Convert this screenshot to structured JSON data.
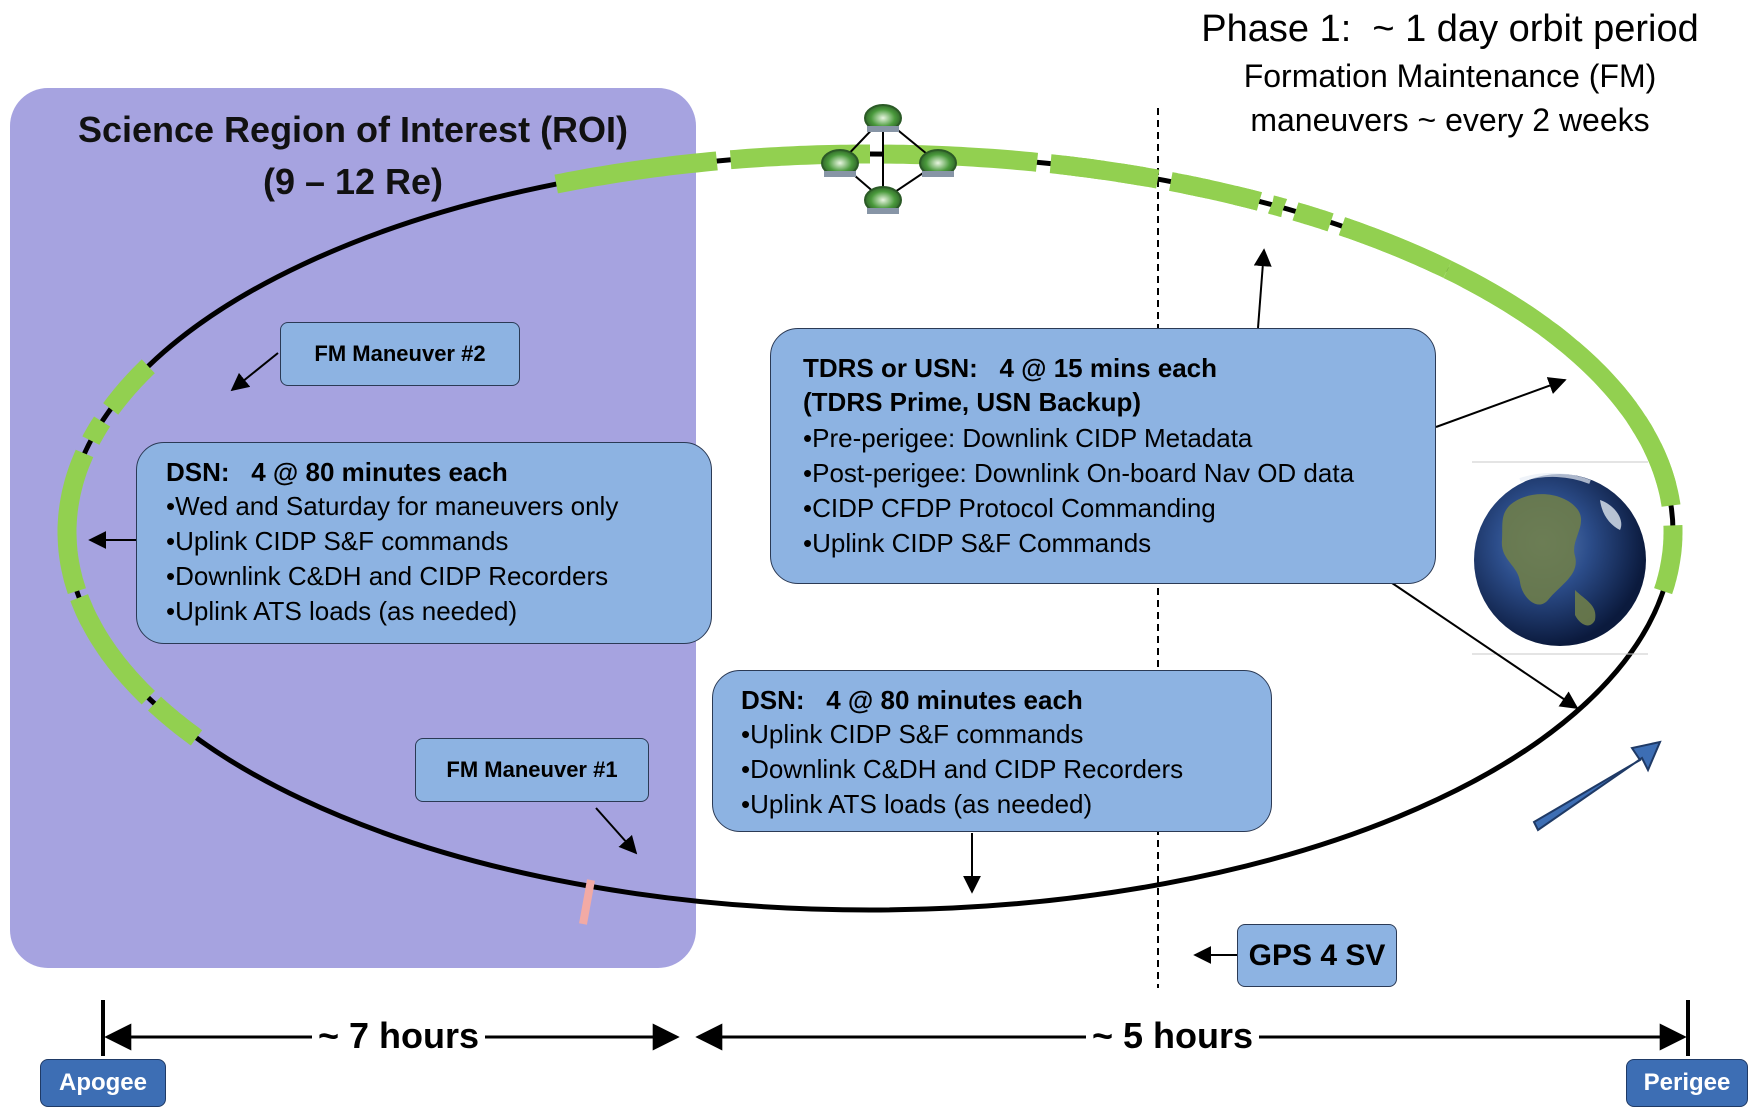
{
  "phase": {
    "title": "Phase 1:  ~ 1 day orbit period",
    "line2": "Formation Maintenance (FM)",
    "line3": "maneuvers ~ every 2 weeks"
  },
  "roi": {
    "title_line1": "Science Region of Interest (ROI)",
    "title_line2": "(9 – 12 Re)"
  },
  "fm2": "FM Maneuver #2",
  "fm1": "FM Maneuver #1",
  "dsn_left": {
    "title": "DSN:   4 @ 80 minutes each",
    "items": [
      "Wed and Saturday for maneuvers only",
      "Uplink CIDP S&F commands",
      "Downlink C&DH and CIDP Recorders",
      "Uplink ATS loads (as needed)"
    ]
  },
  "tdrs": {
    "title1": "TDRS or USN:   4 @ 15 mins each",
    "title2": "(TDRS Prime, USN Backup)",
    "items": [
      "Pre-perigee: Downlink CIDP Metadata",
      "Post-perigee: Downlink On-board Nav OD data",
      "CIDP CFDP Protocol Commanding",
      "Uplink CIDP S&F Commands"
    ]
  },
  "dsn_mid": {
    "title": "DSN:   4 @ 80 minutes each",
    "items": [
      "Uplink CIDP S&F commands",
      "Downlink C&DH and CIDP Recorders",
      "Uplink ATS loads (as needed)"
    ]
  },
  "gps": "GPS 4 SV",
  "timeline": {
    "left_hours": "~ 7 hours",
    "right_hours": "~ 5 hours",
    "apogee": "Apogee",
    "perigee": "Perigee"
  },
  "colors": {
    "roi_fill": "#a6a3e0",
    "box_fill": "#8db3e2",
    "orbit_green": "#92d050",
    "orbit_black": "#000000",
    "arrow_blue": "#3d6eb4"
  },
  "icons": [
    "satellite-formation-icon",
    "earth-icon",
    "direction-arrow-icon"
  ]
}
